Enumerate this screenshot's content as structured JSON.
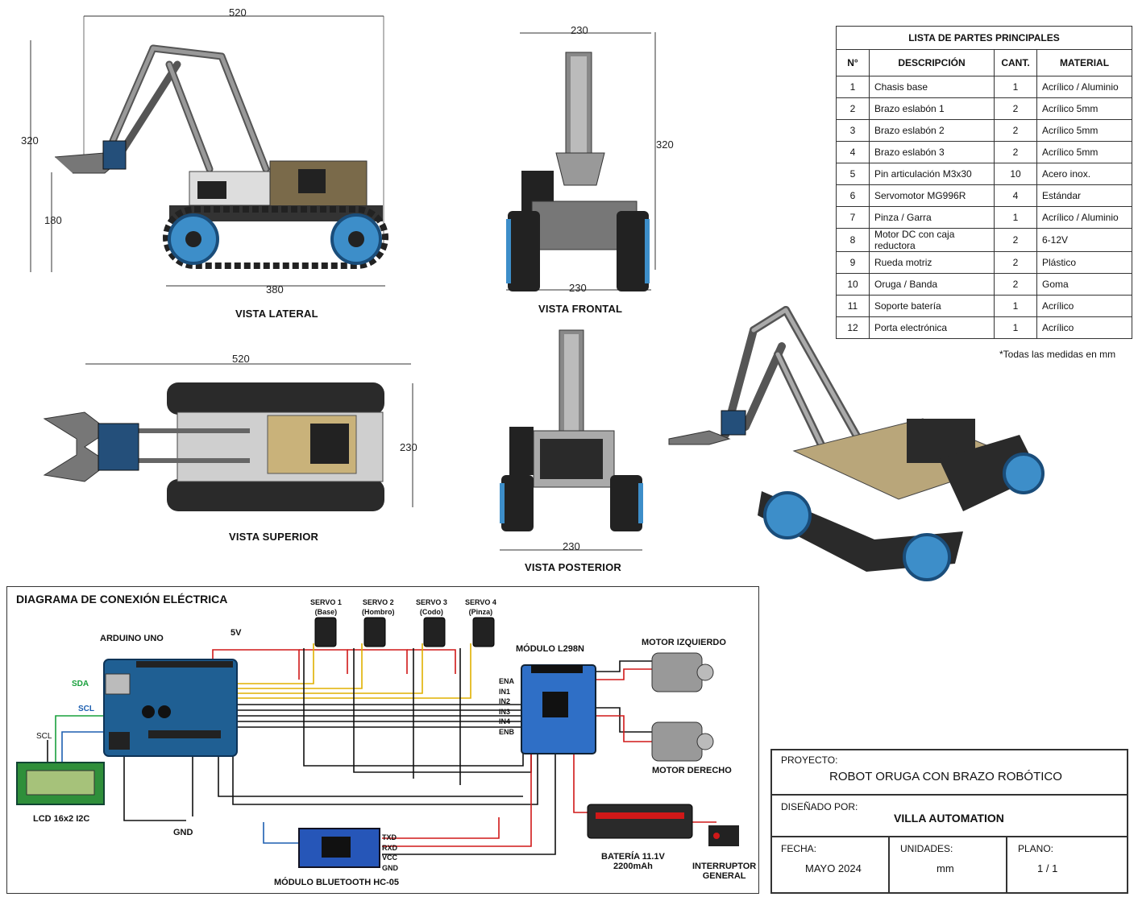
{
  "views": {
    "lateral": {
      "caption": "VISTA LATERAL",
      "dim_top": "520",
      "dim_height": "320",
      "dim_lower": "180",
      "dim_bottom": "380"
    },
    "frontal": {
      "caption": "VISTA FRONTAL",
      "dim_top": "230",
      "dim_height": "320",
      "dim_bottom": "230"
    },
    "superior": {
      "caption": "VISTA SUPERIOR",
      "dim_top": "520",
      "dim_width": "230"
    },
    "posterior": {
      "caption": "VISTA POSTERIOR",
      "dim_bottom": "230"
    }
  },
  "parts_table": {
    "title": "LISTA DE PARTES PRINCIPALES",
    "headers": [
      "N°",
      "DESCRIPCIÓN",
      "CANT.",
      "MATERIAL"
    ],
    "rows": [
      [
        "1",
        "Chasis base",
        "1",
        "Acrílico / Aluminio"
      ],
      [
        "2",
        "Brazo eslabón 1",
        "2",
        "Acrílico 5mm"
      ],
      [
        "3",
        "Brazo eslabón 2",
        "2",
        "Acrílico 5mm"
      ],
      [
        "4",
        "Brazo eslabón 3",
        "2",
        "Acrílico 5mm"
      ],
      [
        "5",
        "Pin articulación M3x30",
        "10",
        "Acero inox."
      ],
      [
        "6",
        "Servomotor MG996R",
        "4",
        "Estándar"
      ],
      [
        "7",
        "Pinza / Garra",
        "1",
        "Acrílico / Aluminio"
      ],
      [
        "8",
        "Motor DC con caja reductora",
        "2",
        "6-12V"
      ],
      [
        "9",
        "Rueda motriz",
        "2",
        "Plástico"
      ],
      [
        "10",
        "Oruga / Banda",
        "2",
        "Goma"
      ],
      [
        "11",
        "Soporte batería",
        "1",
        "Acrílico"
      ],
      [
        "12",
        "Porta electrónica",
        "1",
        "Acrílico"
      ]
    ],
    "note": "*Todas las medidas en mm"
  },
  "wiring": {
    "title": "DIAGRAMA DE CONEXIÓN ELÉCTRICA",
    "arduino": "ARDUINO UNO",
    "v5": "5V",
    "servos": [
      {
        "name": "SERVO 1",
        "sub": "(Base)"
      },
      {
        "name": "SERVO 2",
        "sub": "(Hombro)"
      },
      {
        "name": "SERVO 3",
        "sub": "(Codo)"
      },
      {
        "name": "SERVO 4",
        "sub": "(Pinza)"
      }
    ],
    "l298n": "MÓDULO L298N",
    "l298n_pins": [
      "ENA",
      "IN1",
      "IN2",
      "IN3",
      "IN4",
      "ENB"
    ],
    "motor_left": "MOTOR IZQUIERDO",
    "motor_right": "MOTOR DERECHO",
    "sda": "SDA",
    "scl": "SCL",
    "scl2": "SCL",
    "lcd": "LCD 16x2 I2C",
    "gnd": "GND",
    "bt": "MÓDULO BLUETOOTH HC-05",
    "bt_pins": [
      "TXD",
      "RXD",
      "VCC",
      "GND"
    ],
    "battery_1": "BATERÍA 11.1V",
    "battery_2": "2200mAh",
    "switch_1": "INTERRUPTOR",
    "switch_2": "GENERAL"
  },
  "title_block": {
    "project_label": "PROYECTO:",
    "project": "ROBOT ORUGA CON BRAZO ROBÓTICO",
    "designer_label": "DISEÑADO POR:",
    "designer": "VILLA AUTOMATION",
    "date_label": "FECHA:",
    "date": "MAYO 2024",
    "units_label": "UNIDADES:",
    "units": "mm",
    "sheet_label": "PLANO:",
    "sheet": "1 / 1"
  }
}
